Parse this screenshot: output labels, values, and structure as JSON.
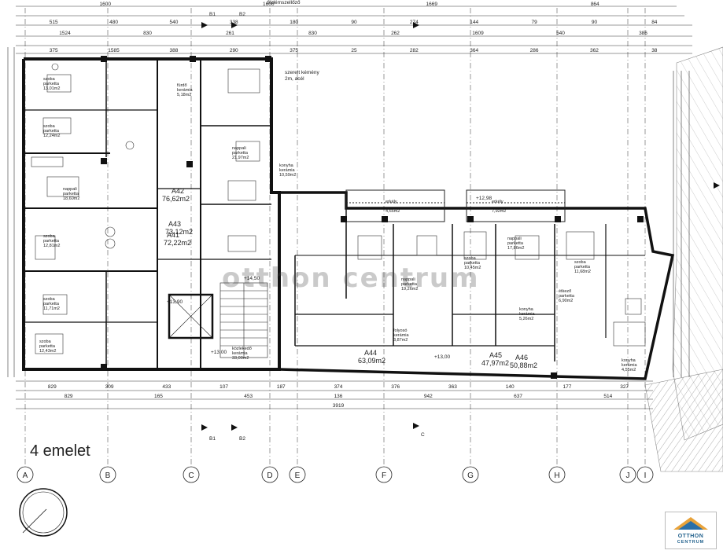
{
  "plan": {
    "floor_label": "4 emelet",
    "watermark": "otthon centrum",
    "logo": {
      "line1": "OTTHON",
      "line2": "CENTRUM"
    },
    "grid_axes": [
      "A",
      "B",
      "C",
      "D",
      "E",
      "F",
      "G",
      "H",
      "J",
      "I"
    ],
    "section_markers": [
      "B1",
      "B2",
      "C"
    ],
    "units": [
      {
        "id": "A42",
        "area": "76,62m2"
      },
      {
        "id": "A43",
        "area": "73,12m2"
      },
      {
        "id": "A41",
        "area": "72,22m2"
      },
      {
        "id": "A44",
        "area": "63,09m2"
      },
      {
        "id": "A45",
        "area": "47,97m2"
      },
      {
        "id": "A46",
        "area": "50,88m2"
      }
    ],
    "levels": [
      "+13,90",
      "+13,00",
      "+12,98",
      "+14,50",
      "+13,00"
    ],
    "notes": [
      "födémszellőző",
      "szerelt kémény",
      "2m, acél"
    ],
    "top_dims_row1": [
      "1600",
      "1600",
      "1669",
      "864"
    ],
    "top_dims_row2": [
      "515",
      "480",
      "540",
      "338",
      "180",
      "90",
      "274",
      "144",
      "79",
      "90",
      "84"
    ],
    "top_dims_row3": [
      "1524",
      "830",
      "261",
      "830",
      "262",
      "1609",
      "540",
      "386"
    ],
    "top_dims_row4": [
      "375",
      "1585",
      "388",
      "290",
      "375",
      "25",
      "282",
      "364",
      "286",
      "362",
      "38"
    ],
    "bottom_dims_row1": [
      "829",
      "309",
      "433",
      "107",
      "187",
      "374",
      "376",
      "363",
      "140",
      "177",
      "327"
    ],
    "bottom_dims_row2": [
      "829",
      "165",
      "453",
      "136",
      "942",
      "637",
      "514"
    ],
    "bottom_dims_row3": [
      "3919"
    ],
    "rooms": [
      {
        "name": "szoba",
        "floor": "parketta",
        "area": "13,01m2"
      },
      {
        "name": "szoba",
        "floor": "parketta",
        "area": "12,24m2"
      },
      {
        "name": "nappali",
        "floor": "parketta",
        "area": "18,60m2"
      },
      {
        "name": "szoba",
        "floor": "parketta",
        "area": "12,81m2"
      },
      {
        "name": "szoba",
        "floor": "parketta",
        "area": "11,71m2"
      },
      {
        "name": "szoba",
        "floor": "parketta",
        "area": "12,43m2"
      },
      {
        "name": "fürdő",
        "floor": "kerámia",
        "area": "5,18m2"
      },
      {
        "name": "nappali",
        "floor": "parketta",
        "area": "21,97m2"
      },
      {
        "name": "konyha",
        "floor": "kerámia",
        "area": "10,59m2"
      },
      {
        "name": "közlekedő",
        "floor": "kerámia",
        "area": "33,00m2"
      },
      {
        "name": "erkély",
        "floor": "",
        "area": "4,65m2"
      },
      {
        "name": "nappali",
        "floor": "parketta",
        "area": "19,26m2"
      },
      {
        "name": "szoba",
        "floor": "parketta",
        "area": "10,45m2"
      },
      {
        "name": "folyosó",
        "floor": "kerámia",
        "area": "3,87m2"
      },
      {
        "name": "konyha",
        "floor": "kerámia",
        "area": "5,26m2"
      },
      {
        "name": "erkély",
        "floor": "",
        "area": "7,92m2"
      },
      {
        "name": "nappali",
        "floor": "parketta",
        "area": "17,86m2"
      },
      {
        "name": "szoba",
        "floor": "parketta",
        "area": "11,68m2"
      },
      {
        "name": "étkező",
        "floor": "parketta",
        "area": "6,90m2"
      },
      {
        "name": "konyha",
        "floor": "kerámia",
        "area": "4,55m2"
      }
    ]
  }
}
